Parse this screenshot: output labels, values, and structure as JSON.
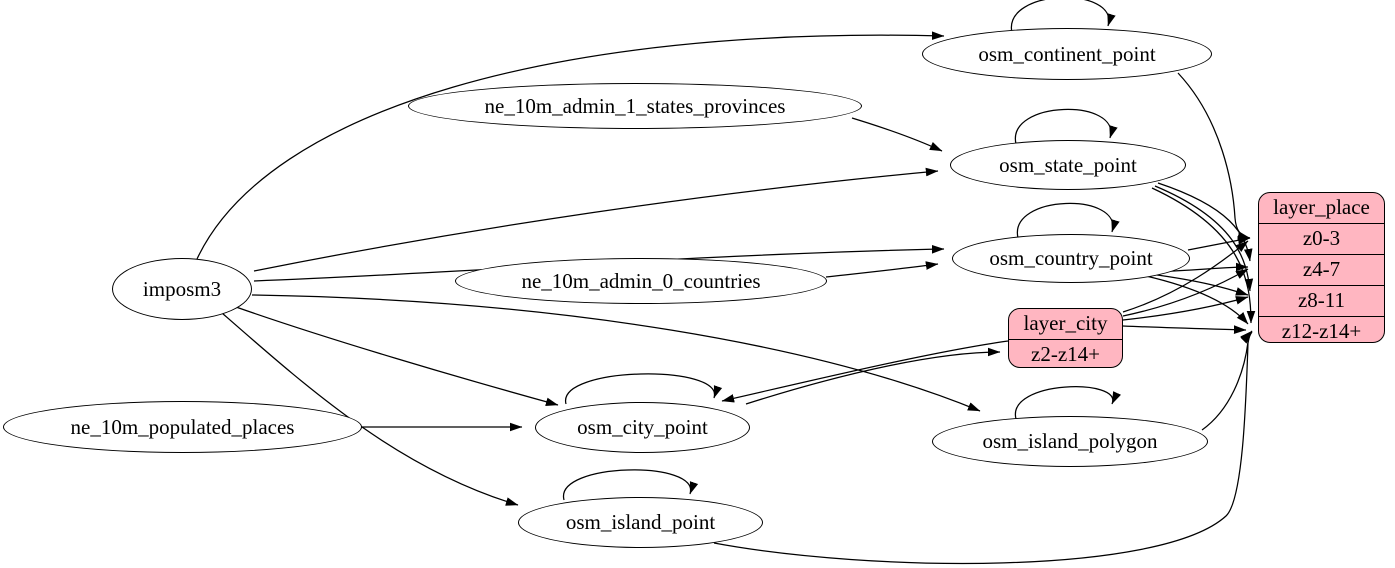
{
  "diagram": {
    "colors": {
      "background": "#ffffff",
      "table_node_fill": "#ffffff",
      "layer_node_fill": "#ffb6c1",
      "stroke": "#000000"
    },
    "nodes": {
      "imposm3": {
        "label": "imposm3",
        "type": "ellipse"
      },
      "ne_10m_admin_1_states_provinces": {
        "label": "ne_10m_admin_1_states_provinces",
        "type": "ellipse"
      },
      "ne_10m_admin_0_countries": {
        "label": "ne_10m_admin_0_countries",
        "type": "ellipse"
      },
      "ne_10m_populated_places": {
        "label": "ne_10m_populated_places",
        "type": "ellipse"
      },
      "osm_continent_point": {
        "label": "osm_continent_point",
        "type": "ellipse"
      },
      "osm_state_point": {
        "label": "osm_state_point",
        "type": "ellipse"
      },
      "osm_country_point": {
        "label": "osm_country_point",
        "type": "ellipse"
      },
      "osm_city_point": {
        "label": "osm_city_point",
        "type": "ellipse"
      },
      "osm_island_polygon": {
        "label": "osm_island_polygon",
        "type": "ellipse"
      },
      "osm_island_point": {
        "label": "osm_island_point",
        "type": "ellipse"
      },
      "layer_city": {
        "label": "layer_city",
        "type": "record",
        "rows": [
          "z2-z14+"
        ]
      },
      "layer_place": {
        "label": "layer_place",
        "type": "record",
        "rows": [
          "z0-3",
          "z4-7",
          "z8-11",
          "z12-z14+"
        ]
      }
    },
    "edges": [
      {
        "from": "imposm3",
        "to": "osm_continent_point"
      },
      {
        "from": "imposm3",
        "to": "osm_state_point"
      },
      {
        "from": "imposm3",
        "to": "osm_country_point"
      },
      {
        "from": "imposm3",
        "to": "osm_city_point"
      },
      {
        "from": "imposm3",
        "to": "osm_island_polygon"
      },
      {
        "from": "imposm3",
        "to": "osm_island_point"
      },
      {
        "from": "ne_10m_admin_1_states_provinces",
        "to": "osm_state_point"
      },
      {
        "from": "ne_10m_admin_0_countries",
        "to": "osm_country_point"
      },
      {
        "from": "ne_10m_populated_places",
        "to": "osm_city_point"
      },
      {
        "from": "osm_continent_point",
        "to": "osm_continent_point"
      },
      {
        "from": "osm_state_point",
        "to": "osm_state_point"
      },
      {
        "from": "osm_country_point",
        "to": "osm_country_point"
      },
      {
        "from": "osm_city_point",
        "to": "osm_city_point"
      },
      {
        "from": "osm_island_polygon",
        "to": "osm_island_polygon"
      },
      {
        "from": "osm_island_point",
        "to": "osm_island_point"
      },
      {
        "from": "osm_continent_point",
        "to": "layer_place:z0-3"
      },
      {
        "from": "osm_country_point",
        "to": "layer_place:z0-3"
      },
      {
        "from": "osm_country_point",
        "to": "layer_place:z4-7"
      },
      {
        "from": "osm_country_point",
        "to": "layer_place:z8-11"
      },
      {
        "from": "osm_country_point",
        "to": "layer_place:z12-z14+"
      },
      {
        "from": "osm_state_point",
        "to": "layer_place:z4-7"
      },
      {
        "from": "osm_state_point",
        "to": "layer_place:z8-11"
      },
      {
        "from": "osm_state_point",
        "to": "layer_place:z12-z14+"
      },
      {
        "from": "osm_city_point",
        "to": "layer_city:z2-z14+"
      },
      {
        "from": "layer_city",
        "to": "osm_city_point"
      },
      {
        "from": "osm_island_polygon",
        "to": "layer_place:z12-z14+"
      },
      {
        "from": "osm_island_point",
        "to": "layer_place:z12-z14+"
      },
      {
        "from": "layer_city",
        "to": "layer_place:z0-3"
      },
      {
        "from": "layer_city",
        "to": "layer_place:z4-7"
      },
      {
        "from": "layer_city",
        "to": "layer_place:z8-11"
      },
      {
        "from": "layer_city",
        "to": "layer_place:z12-z14+"
      }
    ]
  }
}
